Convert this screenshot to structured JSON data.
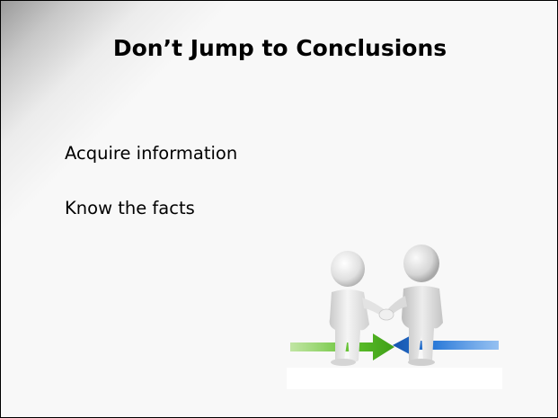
{
  "slide": {
    "title": "Don’t Jump to Conclusions",
    "bullets": [
      "Acquire information",
      "Know the facts"
    ]
  },
  "illustration": {
    "icon": "handshake-figures-icon",
    "arrow_colors": [
      "#5cbf2a",
      "#1e6fd0"
    ]
  }
}
